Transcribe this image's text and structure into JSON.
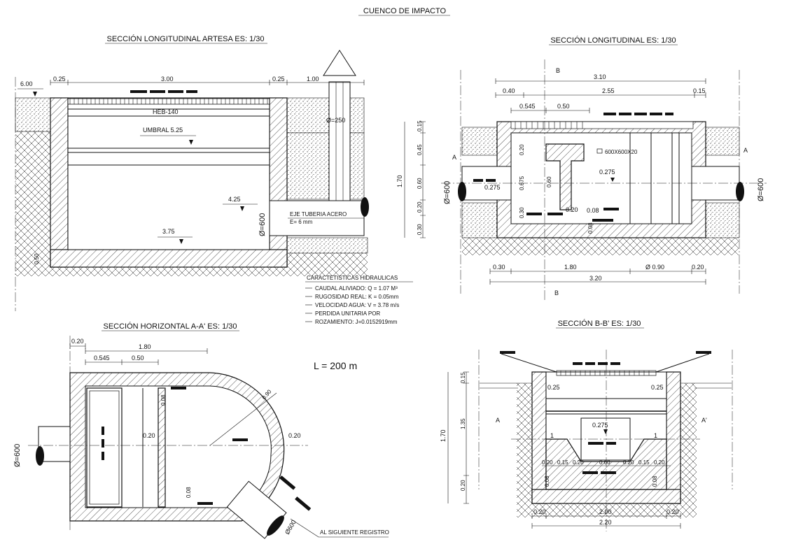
{
  "sheet_title": "CUENCO DE IMPACTO",
  "titles": {
    "artesa": "SECCIÓN LONGITUDINAL ARTESA  ES: 1/30",
    "longitudinal": "SECCIÓN LONGITUDINAL  ES: 1/30",
    "horizontal": "SECCIÓN HORIZONTAL A-A'  ES: 1/30",
    "bb": "SECCIÓN B-B'  ES: 1/30"
  },
  "artesa": {
    "dims_top": [
      "0.25",
      "3.00",
      "0.25",
      "1.00"
    ],
    "level_top": "6.00",
    "heb": "HEB-140",
    "umbral": "UMBRAL 5.25",
    "level_pipe": "4.25",
    "level_floor": "3.75",
    "side_dim": "0.50",
    "pipe_dia": "Ø=600",
    "pipe_dia_vert": "Ø=250",
    "pipe_note_1": "EJE TUBERIA ACERO",
    "pipe_note_2": "E= 6 mm"
  },
  "hydraulics": {
    "title": "CARACTETISTICAS HIDRAULICAS",
    "lines": [
      "CAUDAL ALIVIADO: Q = 1.07 M³",
      "RUGOSIDAD REAL: K = 0.05mm",
      "VELOCIDAD AGUA: V = 3.78 m/s",
      "PERDIDA UNITARIA POR",
      "ROZAMIENTO: J=0.0152919mm"
    ]
  },
  "longitudinal": {
    "cut_label": "B",
    "cut_label_2": "B",
    "cut_label_prime": "'",
    "dims_top": [
      "3.10",
      "0.40",
      "2.55",
      "0.15",
      "0.545",
      "0.50"
    ],
    "dims_left": [
      "1.70",
      "0.15",
      "0.45",
      "0.60",
      "0.20",
      "0.30"
    ],
    "inner": [
      "0.20",
      "0.675",
      "0.60",
      "0.30",
      "0.20",
      "0.08",
      "0.08",
      "0.275",
      "0.275"
    ],
    "plate": "600X600X20",
    "dims_bottom": [
      "0.30",
      "1.80",
      "Ø 0.90",
      "0.20",
      "3.20"
    ],
    "pipe_dia": "Ø=600",
    "side_a": "A",
    "side_a2": "A"
  },
  "horizontal": {
    "dims_top": [
      "0.20",
      "1.80",
      "0.545",
      "0.50"
    ],
    "inner": [
      "0.08",
      "0.20",
      "0.90",
      "0.20",
      "0.08"
    ],
    "pipe_dia": "Ø=600",
    "pipe_out": "Ø600",
    "note": "AL SIGUIENTE REGISTRO",
    "length": "L = 200 m"
  },
  "bb": {
    "dims_left": [
      "1.70",
      "0.15",
      "1.35",
      "0.20"
    ],
    "inner": [
      "0.25",
      "0.25",
      "0.275",
      "1",
      "1",
      "0.08",
      "0.08"
    ],
    "row": [
      "0.20",
      "0.15",
      "0.20",
      "0.60",
      "0.20",
      "0.15",
      "0.20"
    ],
    "dims_bottom": [
      "0.20",
      "2.00",
      "0.20",
      "2.20"
    ],
    "side_a": "A",
    "side_a2": "A'"
  }
}
